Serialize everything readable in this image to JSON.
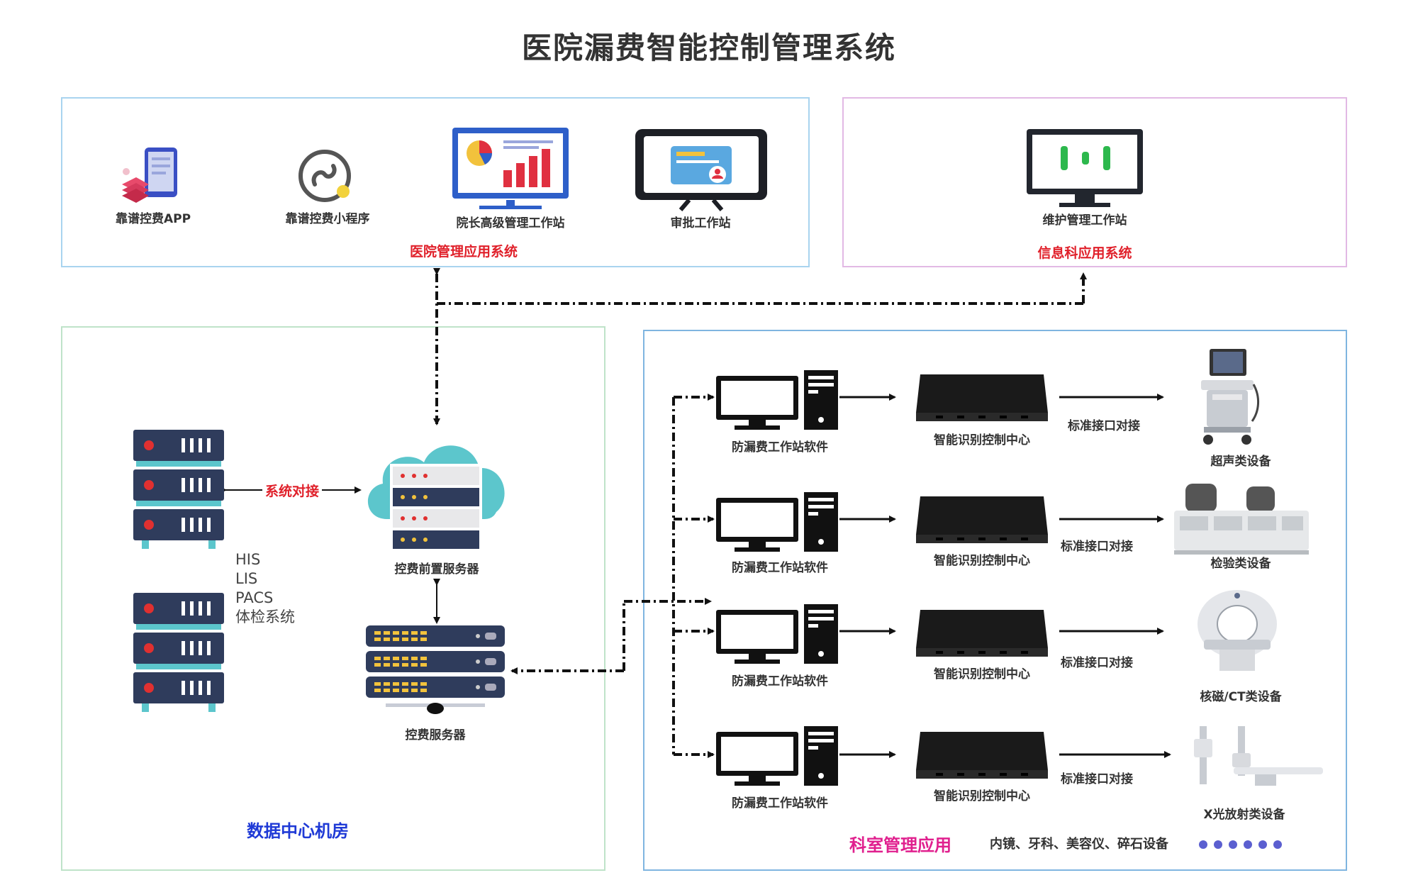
{
  "title": "医院漏费智能控制管理系统",
  "hospital_panel": {
    "apps": [
      {
        "label": "靠谱控费APP",
        "icon": "tablet-app-icon"
      },
      {
        "label": "靠谱控费小程序",
        "icon": "mini-program-icon"
      },
      {
        "label": "院长高级管理工作站",
        "icon": "dashboard-monitor-icon"
      },
      {
        "label": "审批工作站",
        "icon": "approval-monitor-icon"
      }
    ],
    "system_label": "医院管理应用系统"
  },
  "info_panel": {
    "app": {
      "label": "维护管理工作站",
      "icon": "maintenance-monitor-icon"
    },
    "system_label": "信息科应用系统"
  },
  "datacenter": {
    "front_server_label": "控费前置服务器",
    "link_label": "系统对接",
    "systems": [
      "HIS",
      "LIS",
      "PACS",
      "体检系统"
    ],
    "control_server_label": "控费服务器",
    "panel_label": "数据中心机房"
  },
  "department": {
    "rows": [
      {
        "workstation": "防漏费工作站软件",
        "controller": "智能识别控制中心",
        "interface": "标准接口对接",
        "device": "超声类设备"
      },
      {
        "workstation": "防漏费工作站软件",
        "controller": "智能识别控制中心",
        "interface": "标准接口对接",
        "device": "检验类设备"
      },
      {
        "workstation": "防漏费工作站软件",
        "controller": "智能识别控制中心",
        "interface": "标准接口对接",
        "device": "核磁/CT类设备"
      },
      {
        "workstation": "防漏费工作站软件",
        "controller": "智能识别控制中心",
        "interface": "标准接口对接",
        "device": "X光放射类设备"
      }
    ],
    "panel_label": "科室管理应用",
    "other_devices": "内镜、牙科、美容仪、碎石设备"
  },
  "colors": {
    "hospital_border": "#a9d4ef",
    "info_border": "#e2b9e4",
    "datacenter_border": "#bfe3c9",
    "department_border": "#7fb5e0",
    "server_navy": "#2f3c5c",
    "server_red": "#e03030",
    "teal": "#5cc6cc",
    "dots": "#5b5fd0"
  }
}
